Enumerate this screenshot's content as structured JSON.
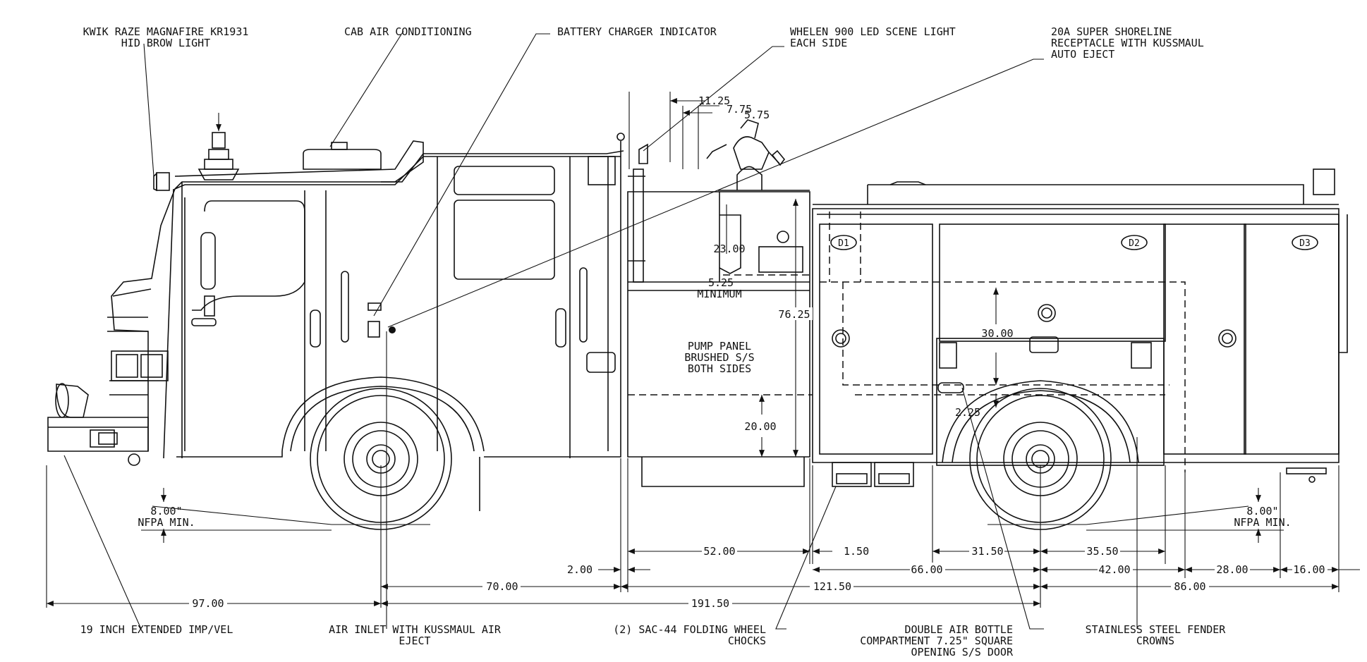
{
  "callouts_top": {
    "brow_light_1": "KWIK RAZE MAGNAFIRE KR1931",
    "brow_light_2": "HID BROW LIGHT",
    "cab_ac": "CAB AIR CONDITIONING",
    "battery": "BATTERY CHARGER INDICATOR",
    "scene_light_1": "WHELEN 900 LED SCENE LIGHT",
    "scene_light_2": "EACH SIDE",
    "shoreline_1": "20A SUPER SHORELINE",
    "shoreline_2": "RECEPTACLE WITH KUSSMAUL",
    "shoreline_3": "AUTO EJECT"
  },
  "callouts_bottom": {
    "impeller": "19 INCH EXTENDED IMP/VEL",
    "air_inlet_1": "AIR INLET WITH KUSSMAUL AIR",
    "air_inlet_2": "EJECT",
    "chocks_1": "(2) SAC-44 FOLDING WHEEL",
    "chocks_2": "CHOCKS",
    "air_bottle_1": "DOUBLE AIR BOTTLE",
    "air_bottle_2": "COMPARTMENT 7.25\" SQUARE",
    "air_bottle_3": "OPENING S/S DOOR",
    "fender_1": "STAINLESS STEEL FENDER",
    "fender_2": "CROWNS"
  },
  "pump_panel": {
    "line1": "PUMP PANEL",
    "line2": "BRUSHED S/S",
    "line3": "BOTH SIDES"
  },
  "compartments": {
    "d1": "D1",
    "d2": "D2",
    "d3": "D3"
  },
  "clearance": {
    "front_value": "8.00\"",
    "front_label": "NFPA MIN.",
    "rear_value": "8.00\"",
    "rear_label": "NFPA MIN."
  },
  "dimensions": {
    "top_11_25": "11.25",
    "top_7_75": "7.75",
    "top_5_75": "5.75",
    "d_23_00": "23.00",
    "d_5_25": "5.25",
    "minimum": "MINIMUM",
    "d_76_25": "76.25",
    "d_30_00": "30.00",
    "d_20_00": "20.00",
    "d_2_25": "2.25",
    "d_52_00": "52.00",
    "d_1_50": "1.50",
    "d_31_50": "31.50",
    "d_35_50": "35.50",
    "d_2_00": "2.00",
    "d_66_00": "66.00",
    "d_42_00": "42.00",
    "d_28_00": "28.00",
    "d_16_00": "16.00",
    "d_70_00": "70.00",
    "d_121_50": "121.50",
    "d_86_00": "86.00",
    "d_97_00": "97.00",
    "d_191_50": "191.50"
  }
}
